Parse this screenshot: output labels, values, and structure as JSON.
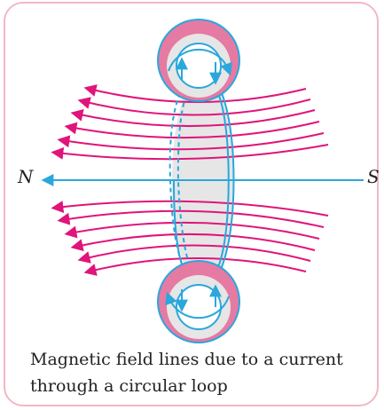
{
  "labels": {
    "north": "N",
    "south": "S"
  },
  "caption": "Magnetic field lines due to a current through a circular loop",
  "caption_lines": [
    "Magnetic field lines due to a current",
    "through a circular loop"
  ],
  "colors": {
    "field_lines": "#e0147a",
    "axis_line": "#2aa7dc",
    "loop": "#2aa7dc",
    "conductor_ring": "#e57aa3",
    "conductor_fill": "#e6e6e6",
    "frame": "#f2b8c4"
  }
}
